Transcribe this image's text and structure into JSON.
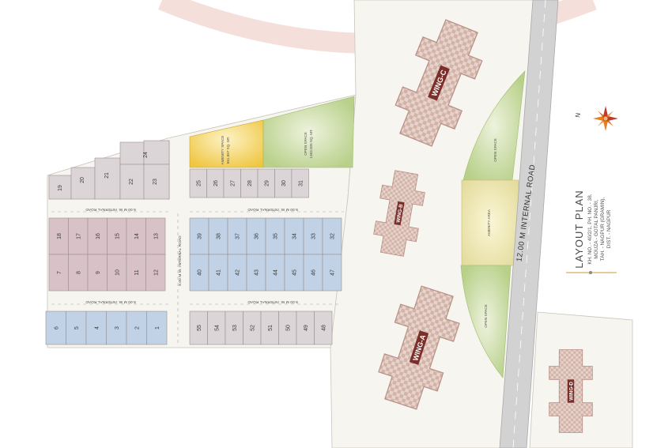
{
  "colors": {
    "pink_plot": "#d9c2c7",
    "blue_plot": "#c2d2e6",
    "grey_plot": "#dcd5d7",
    "amenity_yellow": "#f2d35c",
    "open_green": "#cfe0a8",
    "site_bg": "#f6f5ef",
    "road_grey": "#cfcfcf",
    "wing_label_bg": "#7b2f2a",
    "accent_red": "#e8a79b"
  },
  "roads": {
    "internal_top": "9.00 M W. INTERNAL ROAD",
    "internal_bottom": "9.00 M W. INTERNAL ROAD",
    "internal_vertical": "9.00 M W. INTERNAL ROAD",
    "main": "12.00 M INTERNAL ROAD"
  },
  "zones": {
    "amenity_space_title": "AMENITY SPACE",
    "amenity_space_area": "681.897 SQ. MT.",
    "open_space_title": "OPEN SPACE",
    "open_space_area": "1363.005 SQ. MT.",
    "open_space_label": "OPEN SPACE",
    "amenity_area_label": "AMENITY AREA"
  },
  "wings": {
    "a": "WING-A",
    "b": "WING-B",
    "c": "WING-C",
    "d": "WING-D"
  },
  "plots": {
    "row_top_left": [
      "19",
      "20",
      "21",
      "22",
      "23",
      "24"
    ],
    "row_top_right": [
      "25",
      "26",
      "27",
      "28",
      "29",
      "30",
      "31"
    ],
    "block_left_upper": [
      "18",
      "17",
      "16",
      "15",
      "14",
      "13"
    ],
    "block_left_lower": [
      "7",
      "8",
      "9",
      "10",
      "11",
      "12"
    ],
    "block_right_upper": [
      "39",
      "38",
      "37",
      "36",
      "35",
      "34",
      "33",
      "32"
    ],
    "block_right_lower": [
      "40",
      "41",
      "42",
      "43",
      "44",
      "45",
      "46",
      "47"
    ],
    "row_bottom_left": [
      "6",
      "5",
      "4",
      "3",
      "2",
      "1"
    ],
    "row_bottom_right": [
      "55",
      "54",
      "53",
      "52",
      "51",
      "50",
      "49",
      "48"
    ]
  },
  "layout_plan": {
    "title": "LAYOUT PLAN",
    "lines": [
      "KH. NO. - 40/2/1, PH. NO. - 38,",
      "MOUZA - GOTAL PANJRI,",
      "TAH. - NAGPUR (GRAMIN),",
      "DIST. - NAGPUR"
    ]
  },
  "compass": {
    "letter": "N",
    "icon": "compass-rose-icon"
  }
}
